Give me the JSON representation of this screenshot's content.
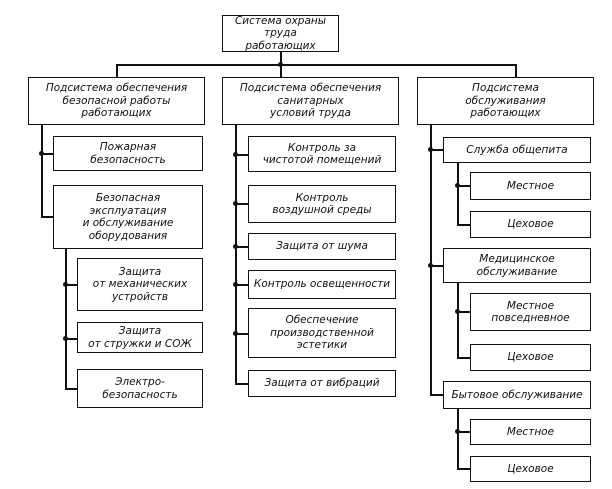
{
  "root": {
    "label": "Система охраны труда\nработающих"
  },
  "subsystems": [
    {
      "label": "Подсистема обеспечения\nбезопасной работы\nработающих",
      "children": [
        {
          "label": "Пожарная\nбезопасность"
        },
        {
          "label": "Безопасная\nэксплуатация\nи обслуживание\nоборудования",
          "children": [
            {
              "label": "Защита\nот механических\nустройств"
            },
            {
              "label": "Защита\nот стружки и СОЖ"
            },
            {
              "label": "Электро-\nбезопасность"
            }
          ]
        }
      ]
    },
    {
      "label": "Подсистема обеспечения\nсанитарных\nусловий труда",
      "children": [
        {
          "label": "Контроль за\nчистотой помещений"
        },
        {
          "label": "Контроль\nвоздушной среды"
        },
        {
          "label": "Защита от шума"
        },
        {
          "label": "Контроль освещенности"
        },
        {
          "label": "Обеспечение\nпроизводственной\nэстетики"
        },
        {
          "label": "Защита от вибраций"
        }
      ]
    },
    {
      "label": "Подсистема\nобслуживания\nработающих",
      "children": [
        {
          "label": "Служба общепита",
          "children": [
            {
              "label": "Местное"
            },
            {
              "label": "Цеховое"
            }
          ]
        },
        {
          "label": "Медицинское\nобслуживание",
          "children": [
            {
              "label": "Местное\nповседневное"
            },
            {
              "label": "Цеховое"
            }
          ]
        },
        {
          "label": "Бытовое обслуживание",
          "children": [
            {
              "label": "Местное"
            },
            {
              "label": "Цеховое"
            }
          ]
        }
      ]
    }
  ]
}
